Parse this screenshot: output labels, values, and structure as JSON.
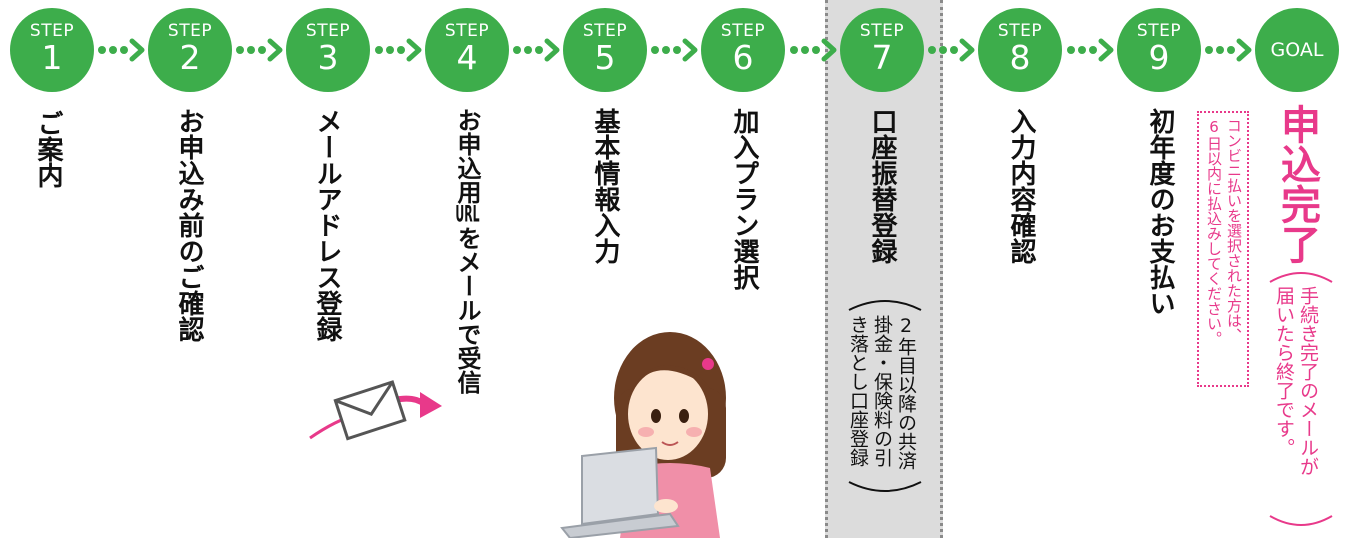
{
  "steps": [
    {
      "label": "STEP",
      "number": "1",
      "text": "ご案内"
    },
    {
      "label": "STEP",
      "number": "2",
      "text": "お申込み前のご確認"
    },
    {
      "label": "STEP",
      "number": "3",
      "text": "メールアドレス登録"
    },
    {
      "label": "STEP",
      "number": "4",
      "text_top": "お申込用",
      "text_url": "URL",
      "text_bottom": "をメールで受信"
    },
    {
      "label": "STEP",
      "number": "5",
      "text": "基本情報入力"
    },
    {
      "label": "STEP",
      "number": "6",
      "text": "加入プラン選択"
    },
    {
      "label": "STEP",
      "number": "7",
      "text": "口座振替登録",
      "note_lines": [
        "2年目以降の共済",
        "掛金・保険料の引",
        "き落とし口座登録"
      ]
    },
    {
      "label": "STEP",
      "number": "8",
      "text": "入力内容確認"
    },
    {
      "label": "STEP",
      "number": "9",
      "text": "初年度のお支払い",
      "note_lines": [
        "コンビニ払いを選択された方は、",
        "6日以内に払込みしてください。"
      ]
    }
  ],
  "goal": {
    "label": "GOAL",
    "title": "申込完了",
    "note_lines": [
      "手続き完了のメールが",
      "届いたら終了です。"
    ]
  },
  "colors": {
    "step_green": "#3dad4b",
    "goal_pink": "#e8398a",
    "highlight_gray": "#dcdcdc"
  },
  "icons": {
    "envelope": "envelope-icon",
    "person": "woman-with-laptop-illustration",
    "arrow": "dotted-chevron-arrow"
  }
}
